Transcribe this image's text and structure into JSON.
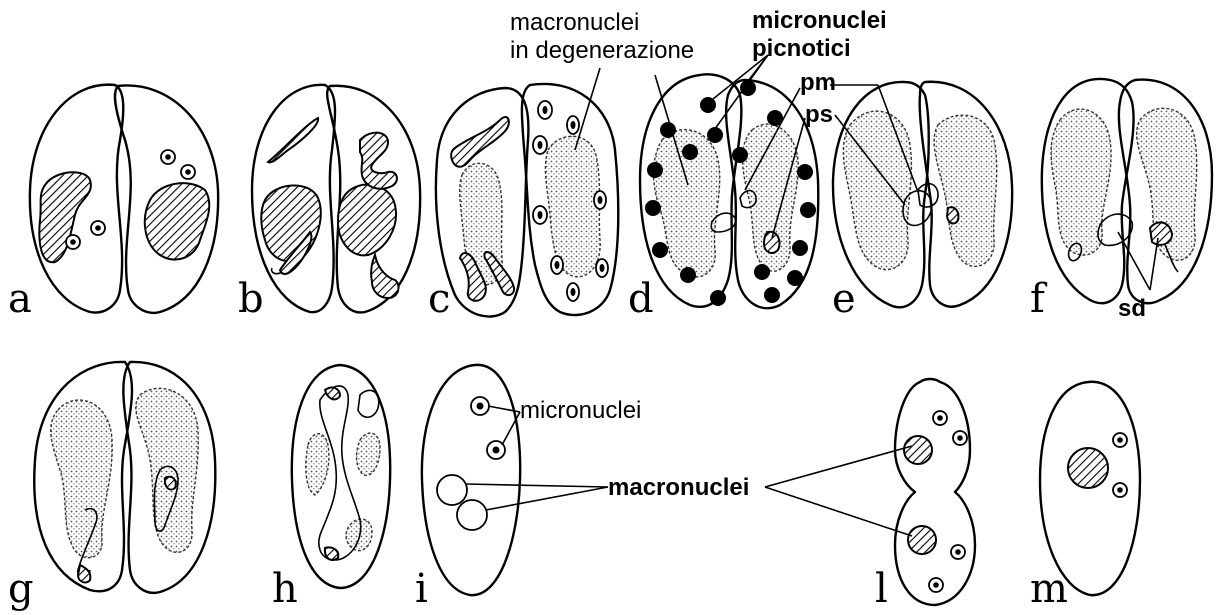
{
  "panels": {
    "a": "a",
    "b": "b",
    "c": "c",
    "d": "d",
    "e": "e",
    "f": "f",
    "g": "g",
    "h": "h",
    "i": "i",
    "l": "l",
    "m": "m"
  },
  "labels": {
    "macronuclei_degenerating_line1": "macronuclei",
    "macronuclei_degenerating_line2": "in degenerazione",
    "micronuclei_pycnotic_line1": "micronuclei",
    "micronuclei_pycnotic_line2": "picnotici",
    "pm": "pm",
    "ps": "ps",
    "sd": "sd",
    "micronuclei": "micronuclei",
    "macronuclei": "macronuclei"
  }
}
